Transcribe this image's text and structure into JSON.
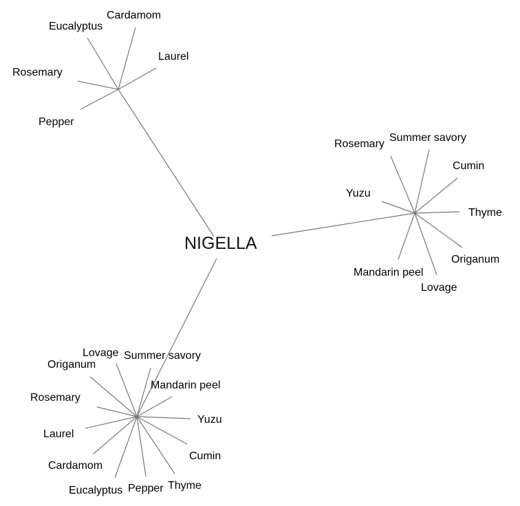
{
  "root": {
    "label": "NIGELLA"
  },
  "clusters": [
    {
      "name": "top",
      "leaves": [
        "Cardamom",
        "Eucalyptus",
        "Laurel",
        "Rosemary",
        "Pepper"
      ]
    },
    {
      "name": "right",
      "leaves": [
        "Summer savory",
        "Rosemary",
        "Cumin",
        "Yuzu",
        "Thyme",
        "Origanum",
        "Mandarin peel",
        "Lovage"
      ]
    },
    {
      "name": "bottom",
      "leaves": [
        "Lovage",
        "Summer savory",
        "Origanum",
        "Mandarin peel",
        "Rosemary",
        "Yuzu",
        "Laurel",
        "Cumin",
        "Cardamom",
        "Thyme",
        "Pepper",
        "Eucalyptus"
      ]
    }
  ]
}
